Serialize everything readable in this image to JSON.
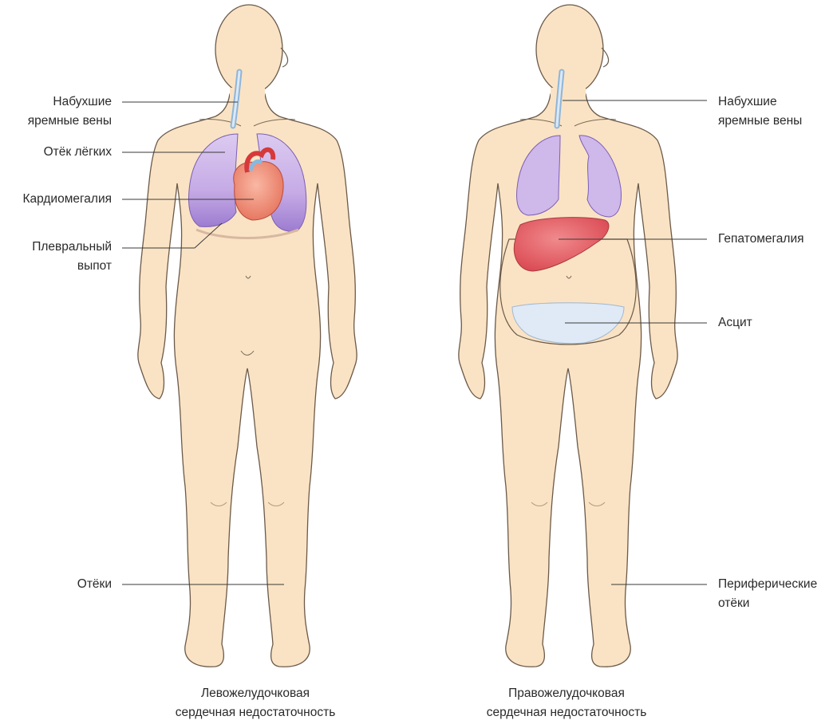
{
  "figure": {
    "left": {
      "caption_line1": "Левожелудочковая",
      "caption_line2": "сердечная недостаточность",
      "labels": {
        "jugular_line1": "Набухшие",
        "jugular_line2": "яремные вены",
        "lung_edema": "Отёк лёгких",
        "cardiomegaly": "Кардиомегалия",
        "effusion_line1": "Плевральный",
        "effusion_line2": "выпот",
        "edema": "Отёки"
      }
    },
    "right": {
      "caption_line1": "Правожелудочковая",
      "caption_line2": "сердечная недостаточность",
      "labels": {
        "jugular_line1": "Набухшие",
        "jugular_line2": "яремные вены",
        "hepatomegaly": "Гепатомегалия",
        "ascites": "Асцит",
        "peripheral_line1": "Периферические",
        "peripheral_line2": "отёки"
      }
    }
  },
  "colors": {
    "skin": "#fae3c4",
    "skin_outline": "#6b5a4a",
    "lung": "#c9b2e6",
    "lung_dark": "#8d6cc6",
    "heart": "#ee8f78",
    "liver": "#e3646a",
    "ascites": "#dfeaf6",
    "vein": "#a9c9e6"
  }
}
